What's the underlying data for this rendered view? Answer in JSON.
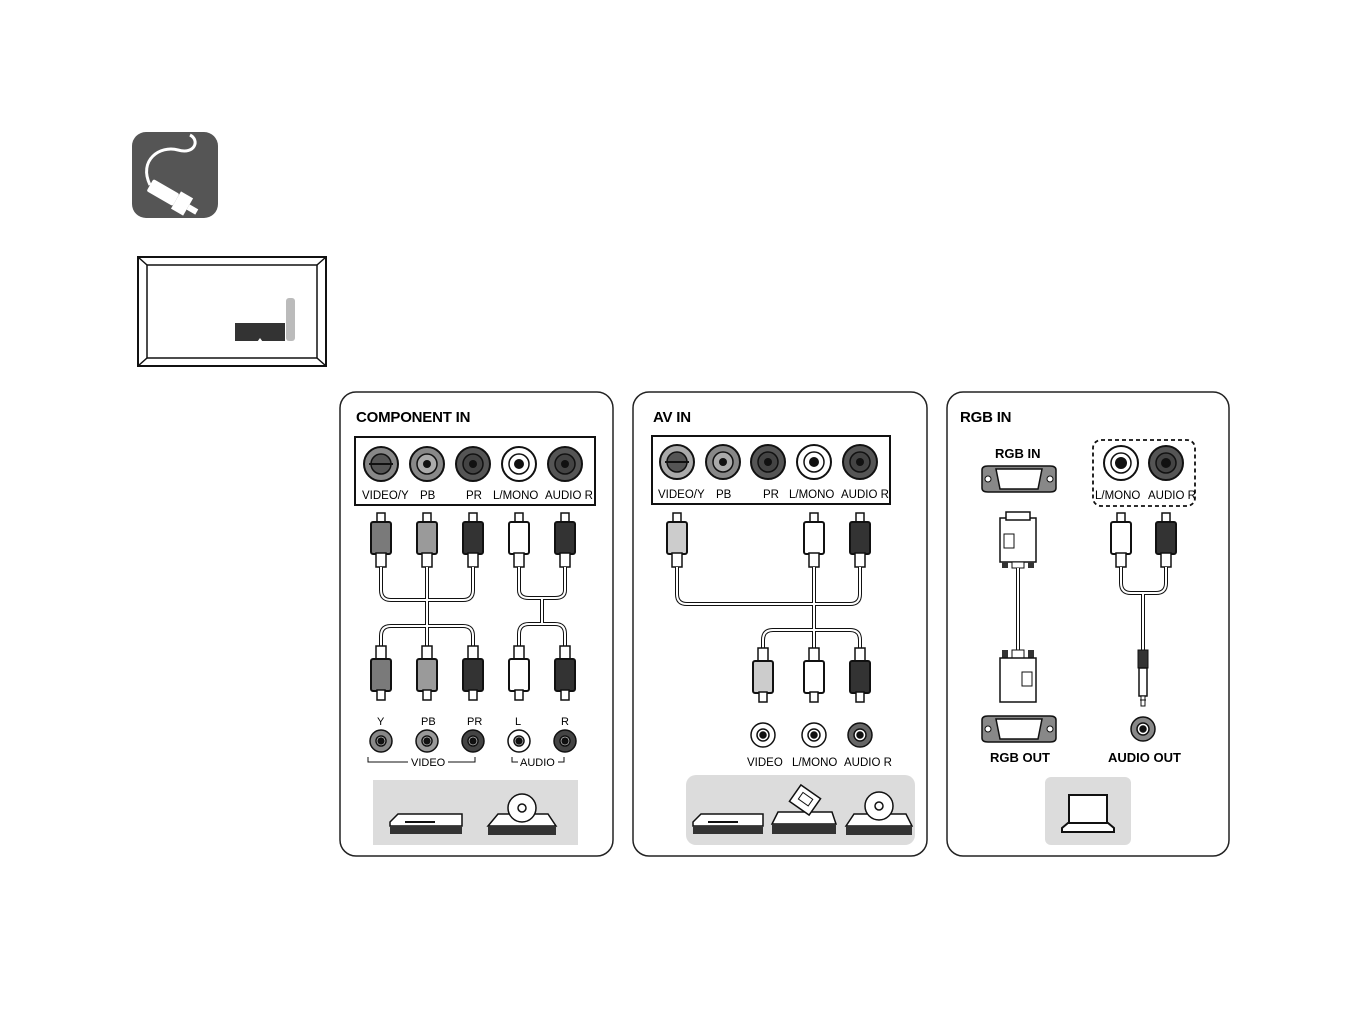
{
  "icons": {
    "cable": "cable-plug-icon",
    "tv": "tv-back-panel-icon"
  },
  "colors": {
    "icon_bg": "#555555",
    "panel_border": "#222222",
    "device_area": "#dcdcdc",
    "plug_gray": "#8a8a8a",
    "plug_light": "#bdbdbd",
    "plug_dark": "#3a3a3a",
    "plug_white": "#ffffff"
  },
  "panels": {
    "component": {
      "title": "COMPONENT IN",
      "ports": [
        "VIDEO/Y",
        "PB",
        "PR",
        "L/MONO",
        "AUDIO R"
      ],
      "bottom_ports": [
        "Y",
        "PB",
        "PR",
        "L",
        "R"
      ],
      "group_video": "VIDEO",
      "group_audio": "AUDIO",
      "devices": [
        "dvd-player-icon",
        "disc-player-icon"
      ]
    },
    "av": {
      "title": "AV IN",
      "ports": [
        "VIDEO/Y",
        "PB",
        "PR",
        "L/MONO",
        "AUDIO R"
      ],
      "bottom_ports": [
        "VIDEO",
        "L/MONO",
        "AUDIO R"
      ],
      "devices": [
        "dvd-player-icon",
        "vcr-icon",
        "disc-player-icon"
      ]
    },
    "rgb": {
      "title": "RGB IN",
      "rgb_in_label": "RGB IN",
      "audio_ports": [
        "L/MONO",
        "AUDIO R"
      ],
      "rgb_out_label": "RGB OUT",
      "audio_out_label": "AUDIO OUT",
      "devices": [
        "laptop-icon"
      ]
    }
  }
}
